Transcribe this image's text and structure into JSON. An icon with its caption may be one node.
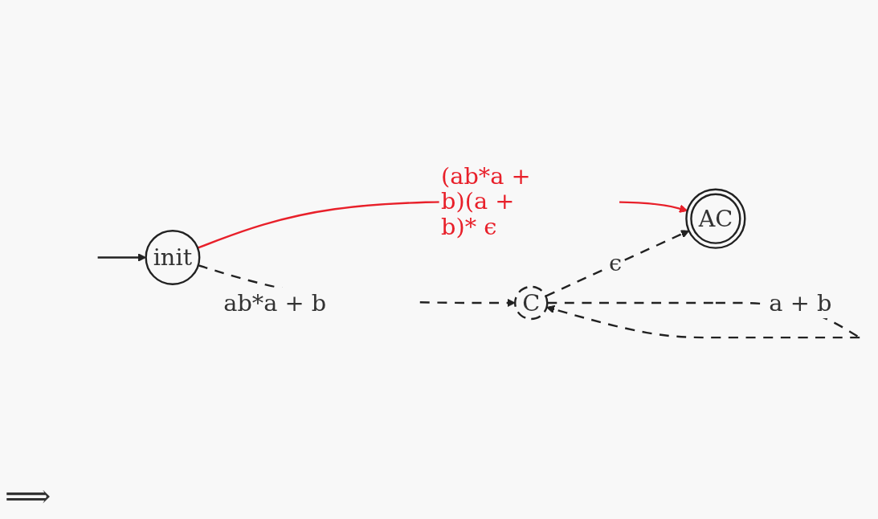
{
  "diagram": {
    "nodes": [
      {
        "text": [
          "init"
        ]
      },
      {
        "text": [
          "C"
        ]
      },
      {
        "text": [
          "AC"
        ]
      }
    ],
    "edges": [
      {
        "from": null,
        "to": 0,
        "arrow": "to"
      },
      {
        "from": 0,
        "to": 2,
        "arrow": "to",
        "label": "(ab*a + b)(a + b)* ϵ",
        "color": "#e8202a"
      },
      {
        "from": 0,
        "to": 1,
        "arrow": "to",
        "label": "ab*a + b",
        "style": "dashed"
      },
      {
        "from": 1,
        "to": 2,
        "arrow": "to",
        "label": "ϵ",
        "style": "dashed"
      },
      {
        "from": 1,
        "to": 1,
        "arrow": "to",
        "label": "a + b",
        "style": "dashed"
      }
    ],
    "labels": [
      "⟹"
    ]
  }
}
